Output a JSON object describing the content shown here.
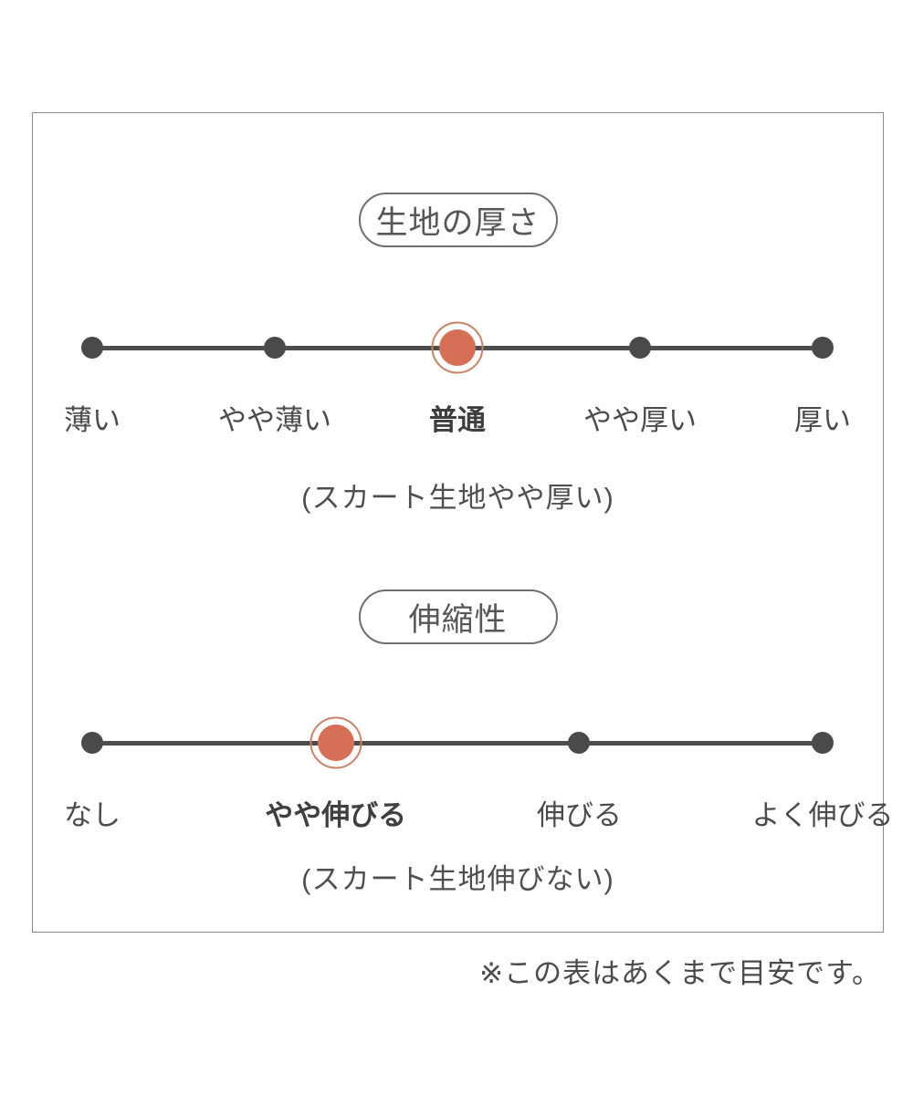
{
  "chart_data": [
    {
      "type": "scale",
      "title": "生地の厚さ",
      "categories": [
        "薄い",
        "やや薄い",
        "普通",
        "やや厚い",
        "厚い"
      ],
      "selected_index": 2,
      "selected_label": "普通",
      "note": "(スカート生地やや厚い)",
      "points": 5,
      "legend_position": "none",
      "grid": false
    },
    {
      "type": "scale",
      "title": "伸縮性",
      "categories": [
        "なし",
        "やや伸びる",
        "伸びる",
        "よく伸びる"
      ],
      "selected_index": 1,
      "selected_label": "やや伸びる",
      "note": "(スカート生地伸びない)",
      "points": 4,
      "legend_position": "none",
      "grid": false
    }
  ],
  "footer": {
    "note": "※この表はあくまで目安です。"
  },
  "colors": {
    "accent": "#d56f55",
    "accent_ring": "#c98264",
    "dot": "#4a4a4a",
    "line": "#4d4d4d",
    "text": "#4b4b4b",
    "panel_border": "#8a8a8a",
    "pill_border": "#6f6f6f",
    "background": "#ffffff"
  }
}
